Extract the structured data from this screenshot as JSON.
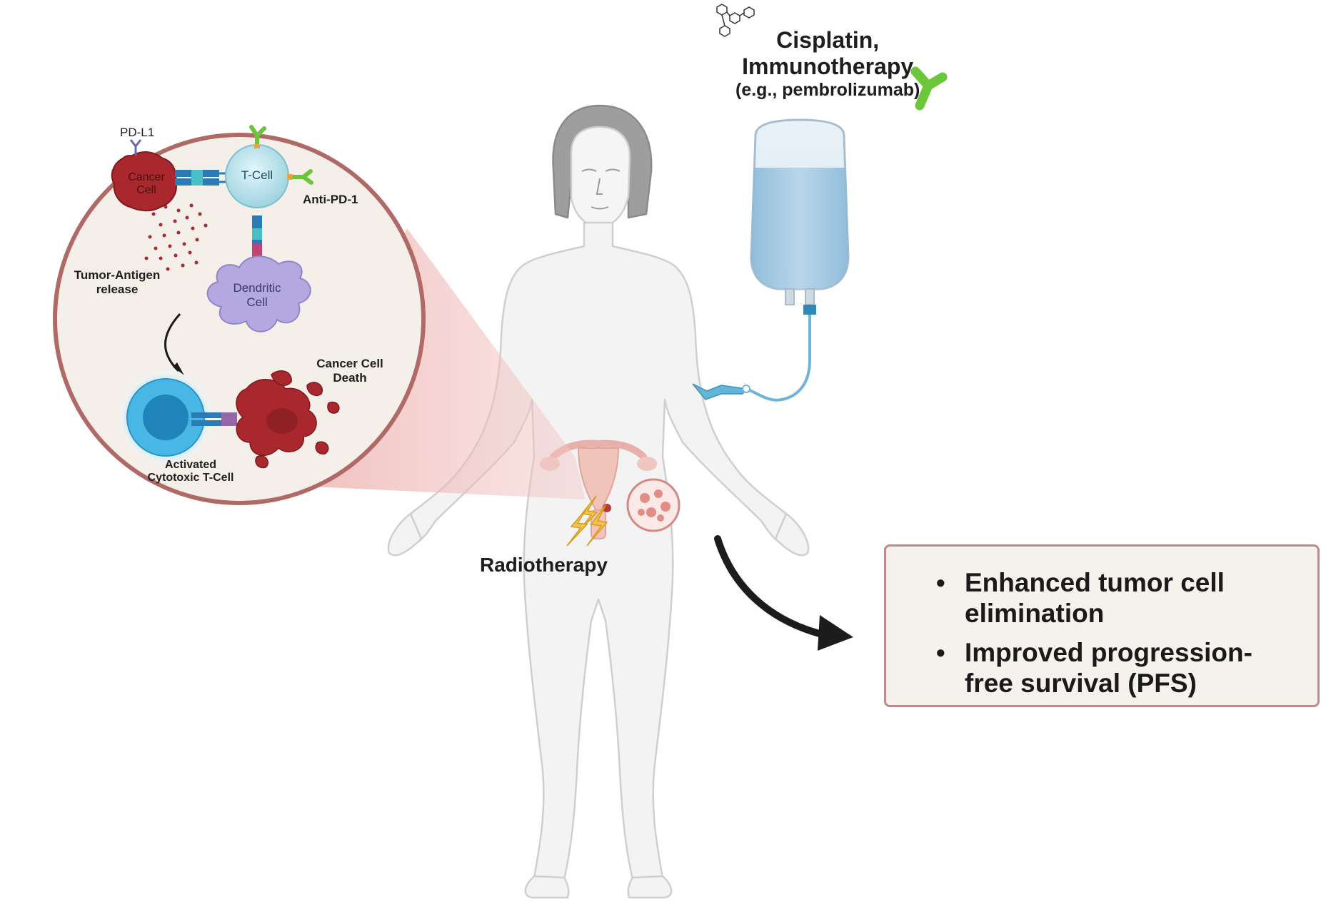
{
  "drug": {
    "line1": "Cisplatin,",
    "line2": "Immunotherapy",
    "line3": "(e.g., pembrolizumab)",
    "molecule_icon": "chemical-molecule-icon",
    "antibody_icon": "antibody-icon"
  },
  "inset": {
    "pd_l1": "PD-L1",
    "cancer_cell": "Cancer\nCell",
    "t_cell": "T-Cell",
    "anti_pd1": "Anti-PD-1",
    "tumor_antigen": "Tumor-Antigen\nrelease",
    "dendritic_cell": "Dendritic\nCell",
    "cancer_cell_death": "Cancer Cell\nDeath",
    "activated_t_cell": "Activated\nCytotoxic T-Cell"
  },
  "radiotherapy": "Radiotherapy",
  "outcomes": [
    "Enhanced tumor cell\nelimination",
    "Improved progression-\nfree survival (PFS)"
  ],
  "colors": {
    "cancer_cell": "#a8282d",
    "t_cell": "#b8e4ec",
    "dendritic_cell": "#b3a8e0",
    "antibody": "#6bc63a",
    "inset_border": "#b06a66",
    "inset_fill": "#f4efe9",
    "beam": "#f0c24b",
    "iv_fluid": "#9ec8e4",
    "outcome_border": "#c08a8a",
    "outcome_fill": "#f5f1ec"
  }
}
